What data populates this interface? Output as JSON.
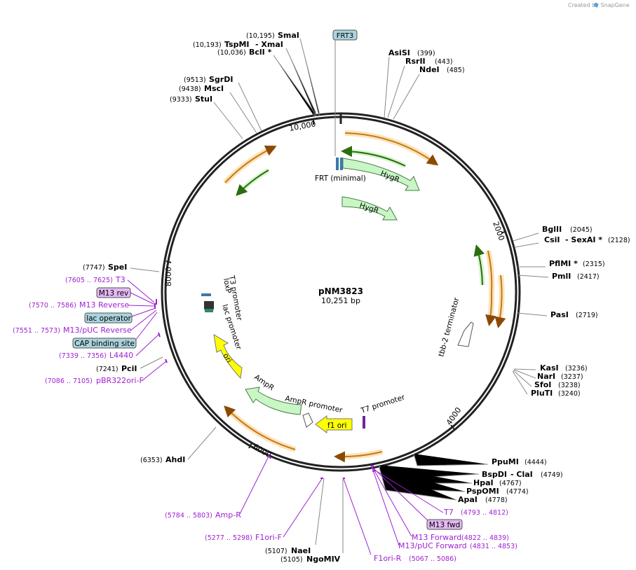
{
  "credit": "Created by SnapGene",
  "plasmid": {
    "name": "pNM3823",
    "length": "10,251 bp"
  },
  "ticks": [
    "10,000",
    "2000",
    "4000",
    "6000",
    "8000"
  ],
  "enzymes": [
    {
      "pos": "(10,195)",
      "name": "SmaI"
    },
    {
      "pos": "(10,193)",
      "name": "TspMI",
      "alt": "- XmaI"
    },
    {
      "pos": "(10,036)",
      "name": "BclI *"
    },
    {
      "pos": "(9513)",
      "name": "SgrDI"
    },
    {
      "pos": "(9438)",
      "name": "MscI"
    },
    {
      "pos": "(9333)",
      "name": "StuI"
    },
    {
      "pos": "(399)",
      "name": "AsiSI"
    },
    {
      "pos": "(443)",
      "name": "RsrII"
    },
    {
      "pos": "(485)",
      "name": "NdeI"
    },
    {
      "pos": "(2045)",
      "name": "BglII"
    },
    {
      "pos": "(2128)",
      "name": "CsiI",
      "alt": "- SexAI *"
    },
    {
      "pos": "(2315)",
      "name": "PflMI *"
    },
    {
      "pos": "(2417)",
      "name": "PmlI"
    },
    {
      "pos": "(2719)",
      "name": "PasI"
    },
    {
      "pos": "(3236)",
      "name": "KasI"
    },
    {
      "pos": "(3237)",
      "name": "NarI"
    },
    {
      "pos": "(3238)",
      "name": "SfoI"
    },
    {
      "pos": "(3240)",
      "name": "PluTI"
    },
    {
      "pos": "(4444)",
      "name": "PpuMI"
    },
    {
      "pos": "(4749)",
      "name": "BspDI",
      "alt": "- ClaI"
    },
    {
      "pos": "(4767)",
      "name": "HpaI"
    },
    {
      "pos": "(4774)",
      "name": "PspOMI"
    },
    {
      "pos": "(4778)",
      "name": "ApaI"
    },
    {
      "pos": "(5107)",
      "name": "NaeI"
    },
    {
      "pos": "(5105)",
      "name": "NgoMIV"
    },
    {
      "pos": "(6353)",
      "name": "AhdI"
    },
    {
      "pos": "(7747)",
      "name": "SpeI"
    },
    {
      "pos": "(7241)",
      "name": "PciI"
    }
  ],
  "primers": [
    {
      "pos": "(7605 .. 7625)",
      "name": "T3"
    },
    {
      "pos": "(7570 .. 7586)",
      "name": "M13 Reverse"
    },
    {
      "pos": "(7551 .. 7573)",
      "name": "M13/pUC Reverse"
    },
    {
      "pos": "(7339 .. 7356)",
      "name": "L4440"
    },
    {
      "pos": "(7086 .. 7105)",
      "name": "pBR322ori-F"
    },
    {
      "pos": "(5784 .. 5803)",
      "name": "Amp-R"
    },
    {
      "pos": "(5277 .. 5298)",
      "name": "F1ori-F"
    },
    {
      "pos": "(5067 .. 5086)",
      "name": "F1ori-R"
    },
    {
      "pos": "(4793 .. 4812)",
      "name": "T7"
    },
    {
      "pos": "(4822 .. 4839)",
      "name": "M13 Forward"
    },
    {
      "pos": "(4831 .. 4853)",
      "name": "M13/pUC Forward"
    }
  ],
  "boxes": {
    "frt3": "FRT3",
    "m13rev": "M13 rev",
    "lacop": "lac operator",
    "cap": "CAP binding site",
    "m13fwd": "M13 fwd"
  },
  "features": {
    "frt_min": "FRT (minimal)",
    "hygr1": "HygR",
    "hygr2": "HygR",
    "t3prom": "T3 promoter",
    "loxp": "loxP",
    "lacprom": "lac promoter",
    "ori": "ori",
    "ampr": "AmpR",
    "amprprom": "AmpR promoter",
    "f1ori": "f1 ori",
    "t7prom": "T7 promoter",
    "tbb": "tbb-2 terminator"
  },
  "colors": {
    "hygr": "#c8f7c5",
    "ori": "#ffff00",
    "orf": "#f2a53c",
    "orf_halo": "#fde3b8",
    "green_orf": "#3a9a1c",
    "primer": "#a020d0",
    "box_blue": "#a9d3de",
    "box_purple": "#e2b8f2"
  }
}
